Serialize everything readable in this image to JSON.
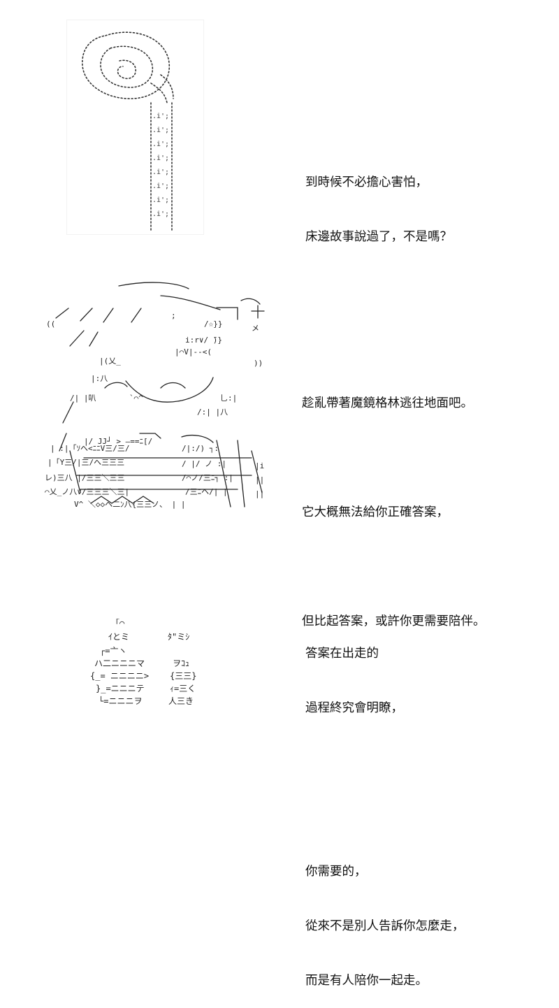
{
  "panels": [
    {
      "art": "staff-spiral-ascii-art",
      "text_lines": [
        "到時候不必擔心害怕，",
        "床邊故事說過了，不是嗎？"
      ]
    },
    {
      "art": "witch-character-ascii-art",
      "text_lines": [
        "趁亂帶著魔鏡格林逃往地面吧。",
        "",
        "它大概無法給你正確答案，",
        "",
        "但比起答案，或許你更需要陪伴。"
      ]
    },
    {
      "art": "two-small-figures-ascii-art",
      "text_lines": [
        "答案在出走的",
        "過程終究會明瞭，",
        "",
        "",
        "你需要的，",
        "從來不是別人告訴你怎麼走，",
        "而是有人陪你一起走。"
      ]
    }
  ]
}
